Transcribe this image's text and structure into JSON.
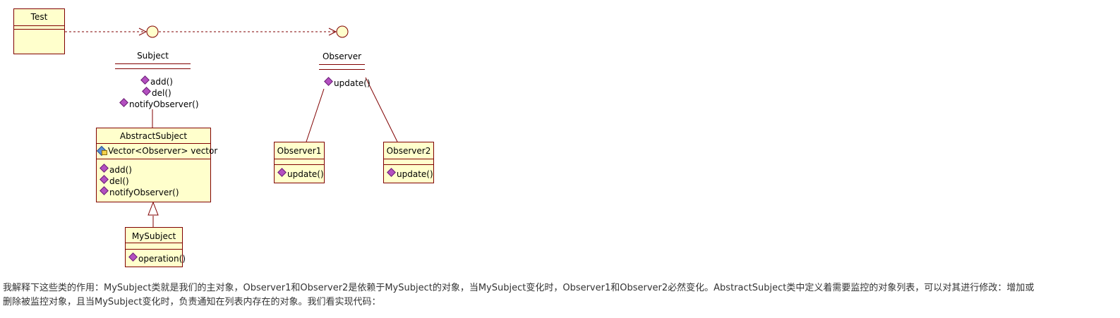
{
  "diagram": {
    "classes": {
      "test": {
        "name": "Test"
      },
      "abstract_subject": {
        "name": "AbstractSubject",
        "attribute": "Vector<Observer> vector",
        "operations": [
          "add()",
          "del()",
          "notifyObserver()"
        ]
      },
      "my_subject": {
        "name": "MySubject",
        "operations": [
          "operation()"
        ]
      },
      "observer1": {
        "name": "Observer1",
        "operations": [
          "update()"
        ]
      },
      "observer2": {
        "name": "Observer2",
        "operations": [
          "update()"
        ]
      }
    },
    "interfaces": {
      "subject": {
        "name": "Subject",
        "operations": [
          "add()",
          "del()",
          "notifyObserver()"
        ]
      },
      "observer": {
        "name": "Observer",
        "operations": [
          "update()"
        ]
      }
    },
    "colors": {
      "box_fill": "#ffffcc",
      "box_border": "#800000",
      "operation_icon": "#b34fc0",
      "interface_circle": "#ffffcc"
    }
  },
  "caption": {
    "line1": "我解释下这些类的作用：MySubject类就是我们的主对象，Observer1和Observer2是依赖于MySubject的对象，当MySubject变化时，Observer1和Observer2必然变化。AbstractSubject类中定义着需要监控的对象列表，可以对其进行修改：增加或",
    "line2": "删除被监控对象，且当MySubject变化时，负责通知在列表内存在的对象。我们看实现代码："
  }
}
